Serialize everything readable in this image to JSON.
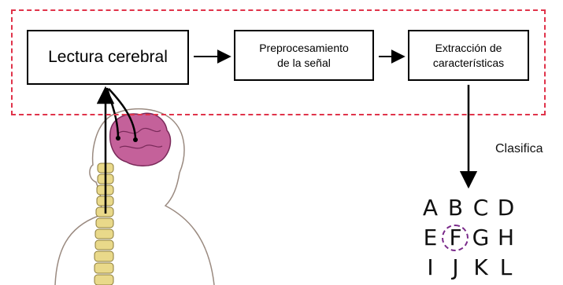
{
  "diagram": {
    "boxes": {
      "lectura": "Lectura cerebral",
      "prepro_line1": "Preprocesamiento",
      "prepro_line2": "de la señal",
      "extra_line1": "Extracción de",
      "extra_line2": "características"
    },
    "classify_label": "Clasifica",
    "letter_rows": [
      [
        "A",
        "B",
        "C",
        "D"
      ],
      [
        "E",
        "F",
        "G",
        "H"
      ],
      [
        "I",
        "J",
        "K",
        "L"
      ]
    ],
    "highlighted_letter": "F",
    "colors": {
      "frame": "#e0334a",
      "brain": "#c4619a",
      "spine": "#e9d98a",
      "highlight": "#7a2a8a"
    },
    "illustration": "human-head-brain-spine"
  }
}
